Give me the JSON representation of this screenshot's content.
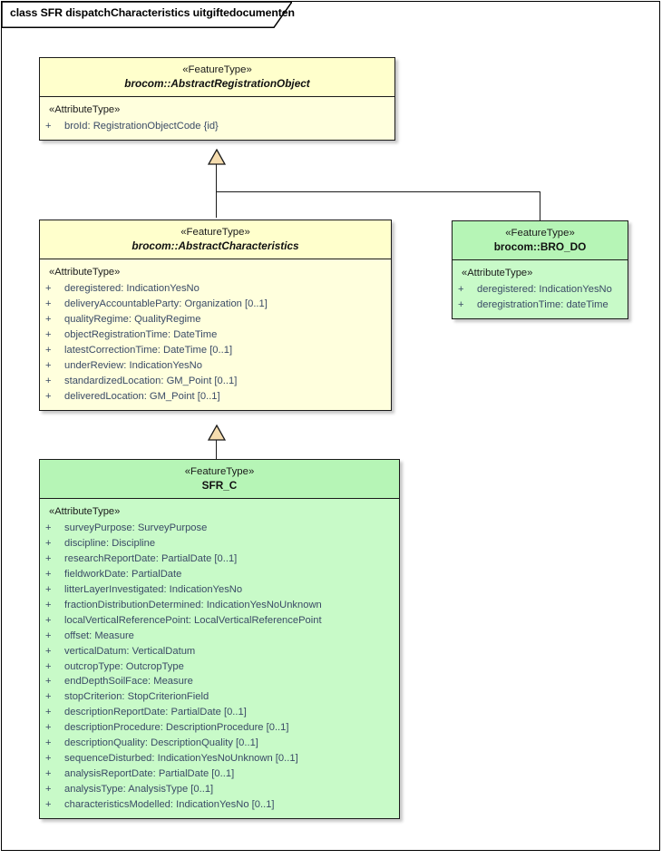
{
  "diagram": {
    "title": "class SFR dispatchCharacteristics uitgiftedocumenten",
    "colors": {
      "abstract_fill": "#ffffcc",
      "concrete_fill": "#b6f5b6",
      "border": "#1a1a1a",
      "attribute_text": "#3a4a66",
      "arrow_fill": "#f5dcae"
    }
  },
  "classes": [
    {
      "id": "abstract-registration-object",
      "stereotype": "«FeatureType»",
      "name": "brocom::AbstractRegistrationObject",
      "abstract": true,
      "fill": "yellow",
      "compartment_stereotype": "«AttributeType»",
      "attributes": [
        {
          "visibility": "+",
          "text": "broId: RegistrationObjectCode {id}"
        }
      ]
    },
    {
      "id": "bro-do",
      "stereotype": "«FeatureType»",
      "name": "brocom::BRO_DO",
      "abstract": false,
      "fill": "green",
      "compartment_stereotype": "«AttributeType»",
      "attributes": [
        {
          "visibility": "+",
          "text": "deregistered: IndicationYesNo"
        },
        {
          "visibility": "+",
          "text": "deregistrationTime: dateTime"
        }
      ]
    },
    {
      "id": "abstract-characteristics",
      "stereotype": "«FeatureType»",
      "name": "brocom::AbstractCharacteristics",
      "abstract": true,
      "fill": "yellow",
      "compartment_stereotype": "«AttributeType»",
      "attributes": [
        {
          "visibility": "+",
          "text": "deregistered: IndicationYesNo"
        },
        {
          "visibility": "+",
          "text": "deliveryAccountableParty: Organization [0..1]"
        },
        {
          "visibility": "+",
          "text": "qualityRegime: QualityRegime"
        },
        {
          "visibility": "+",
          "text": "objectRegistrationTime: DateTime"
        },
        {
          "visibility": "+",
          "text": "latestCorrectionTime: DateTime [0..1]"
        },
        {
          "visibility": "+",
          "text": "underReview: IndicationYesNo"
        },
        {
          "visibility": "+",
          "text": "standardizedLocation: GM_Point [0..1]"
        },
        {
          "visibility": "+",
          "text": "deliveredLocation: GM_Point [0..1]"
        }
      ]
    },
    {
      "id": "sfr-c",
      "stereotype": "«FeatureType»",
      "name": "SFR_C",
      "abstract": false,
      "fill": "green",
      "compartment_stereotype": "«AttributeType»",
      "attributes": [
        {
          "visibility": "+",
          "text": "surveyPurpose: SurveyPurpose"
        },
        {
          "visibility": "+",
          "text": "discipline: Discipline"
        },
        {
          "visibility": "+",
          "text": "researchReportDate: PartialDate [0..1]"
        },
        {
          "visibility": "+",
          "text": "fieldworkDate: PartialDate"
        },
        {
          "visibility": "+",
          "text": "litterLayerInvestigated: IndicationYesNo"
        },
        {
          "visibility": "+",
          "text": "fractionDistributionDetermined: IndicationYesNoUnknown"
        },
        {
          "visibility": "+",
          "text": "localVerticalReferencePoint: LocalVerticalReferencePoint"
        },
        {
          "visibility": "+",
          "text": "offset: Measure"
        },
        {
          "visibility": "+",
          "text": "verticalDatum: VerticalDatum"
        },
        {
          "visibility": "+",
          "text": "outcropType: OutcropType"
        },
        {
          "visibility": "+",
          "text": "endDepthSoilFace: Measure"
        },
        {
          "visibility": "+",
          "text": "stopCriterion: StopCriterionField"
        },
        {
          "visibility": "+",
          "text": "descriptionReportDate: PartialDate [0..1]"
        },
        {
          "visibility": "+",
          "text": "descriptionProcedure: DescriptionProcedure [0..1]"
        },
        {
          "visibility": "+",
          "text": "descriptionQuality: DescriptionQuality [0..1]"
        },
        {
          "visibility": "+",
          "text": "sequenceDisturbed: IndicationYesNoUnknown [0..1]"
        },
        {
          "visibility": "+",
          "text": "analysisReportDate: PartialDate [0..1]"
        },
        {
          "visibility": "+",
          "text": "analysisType: AnalysisType [0..1]"
        },
        {
          "visibility": "+",
          "text": "characteristicsModelled: IndicationYesNo [0..1]"
        }
      ]
    }
  ],
  "relationships": [
    {
      "id": "gen-characteristics-to-registrationobject",
      "type": "generalization",
      "from": "brocom::AbstractCharacteristics",
      "to": "brocom::AbstractRegistrationObject"
    },
    {
      "id": "gen-brodo-to-registrationobject",
      "type": "generalization",
      "from": "brocom::BRO_DO",
      "to": "brocom::AbstractRegistrationObject"
    },
    {
      "id": "gen-sfrc-to-characteristics",
      "type": "generalization",
      "from": "SFR_C",
      "to": "brocom::AbstractCharacteristics"
    }
  ]
}
